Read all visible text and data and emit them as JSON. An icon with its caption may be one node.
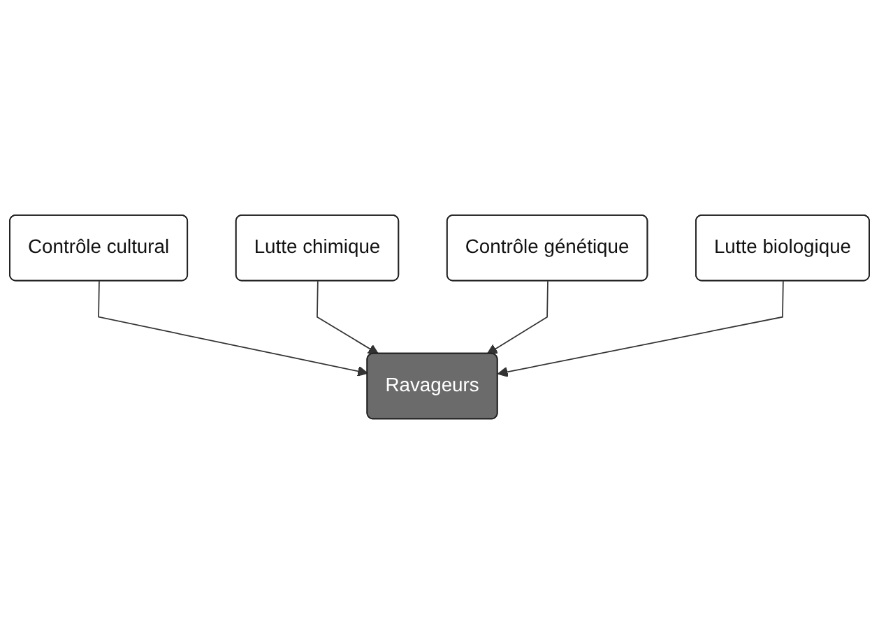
{
  "diagram": {
    "nodes": [
      {
        "text": [
          "Contrôle cultural"
        ]
      },
      {
        "text": [
          "Lutte chimique"
        ]
      },
      {
        "text": [
          "Ravageurs"
        ]
      },
      {
        "text": [
          "Contrôle génétique"
        ]
      },
      {
        "text": [
          "Lutte biologique"
        ]
      }
    ],
    "edges": [
      {
        "from": 0,
        "to": 2,
        "arrow": "to"
      },
      {
        "from": 1,
        "to": 2,
        "arrow": "to"
      },
      {
        "from": 3,
        "to": 2,
        "arrow": "to"
      },
      {
        "from": 4,
        "to": 2,
        "arrow": "to"
      }
    ]
  }
}
